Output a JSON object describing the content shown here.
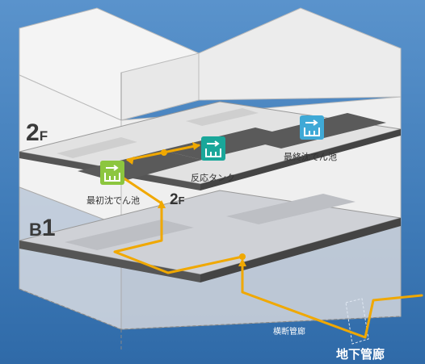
{
  "floors": {
    "upper": {
      "num": "2",
      "suffix": "F"
    },
    "lower": {
      "num": "B",
      "suffix": "1"
    }
  },
  "tanks": {
    "first": {
      "label": "最初沈でん池",
      "icon": "settling-tank-icon",
      "color": "#8cc63f"
    },
    "reaction": {
      "label": "反応タンク",
      "icon": "reaction-tank-icon",
      "color": "#1aa79a"
    },
    "final": {
      "label": "最終沈でん池",
      "icon": "final-settling-tank-icon",
      "color": "#3fa9d6"
    }
  },
  "flow": {
    "up_label": {
      "num": "2",
      "suffix": "F"
    },
    "pipe_color": "#f0a800"
  },
  "pipes": {
    "transverse": "横断管廊",
    "underground": "地下管廊"
  }
}
